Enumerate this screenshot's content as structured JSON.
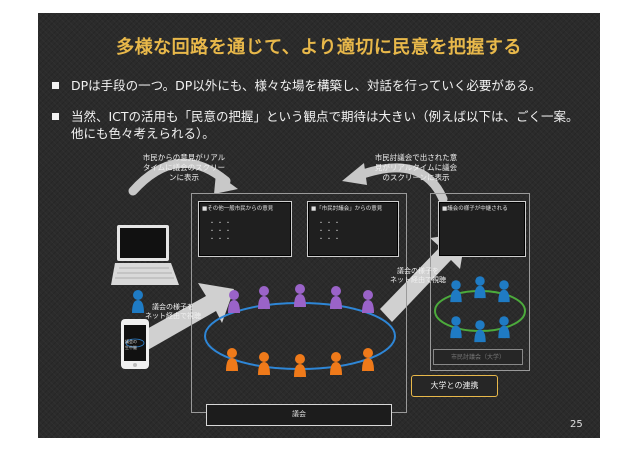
{
  "slide": {
    "title": "多様な回路を通じて、より適切に民意を把握する",
    "bullets": [
      {
        "text": "DPは手段の一つ。DP以外にも、様々な場を構築し、対話を行っていく必要がある。"
      },
      {
        "line1": "当然、ICTの活用も「民意の把握」という観点で期待は大きい（例えば以下は、ごく一案。",
        "line2": "他にも色々考えられる）。"
      }
    ],
    "page_number": "25"
  },
  "diagram": {
    "caption_left": {
      "line1": "市民からの意見がリアル",
      "line2": "タイムに議会のスクリー",
      "line3": "ンに表示"
    },
    "caption_right": {
      "line1": "市民討議会で出された意",
      "line2": "見がリアルタイムに議会",
      "line3": "のスクリーンに表示"
    },
    "panel_left_label": "■その他一般市民からの意見",
    "panel_mid_label": "■「市民討議会」からの意見",
    "panel_right_label": "■議会の様子が中継される",
    "panel_dots": "・・・",
    "arrow_left_label": {
      "line1": "議会の様子を",
      "line2": "ネット経由で視聴"
    },
    "arrow_right_label": {
      "line1": "議会の様子を",
      "line2": "ネット経由で視聴"
    },
    "podium_label": "議会",
    "univ_bar_label": "市民討議会（大学）",
    "callout_label": "大学との連携",
    "phone_text": {
      "line1": "議会の",
      "line2": "生中継"
    },
    "colors": {
      "title": "#e8b84a",
      "purple": "#9a63c8",
      "orange": "#ef7a1a",
      "blue": "#1f7bc4",
      "green": "#4caa3c",
      "arrow": "#cfcfcf"
    }
  }
}
